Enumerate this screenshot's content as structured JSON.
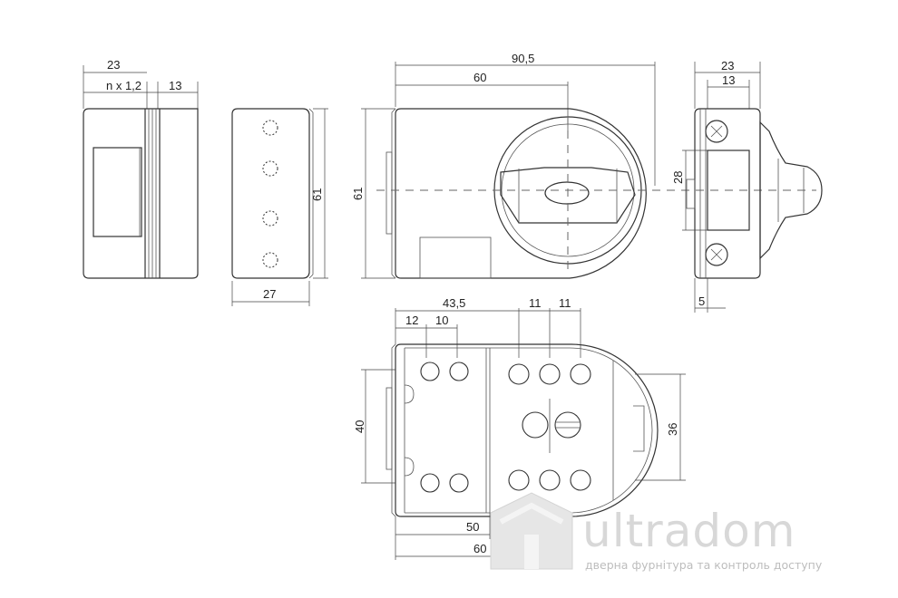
{
  "dimensions": {
    "side_view": {
      "width": "23",
      "layers": "n x 1,2",
      "flange": "13"
    },
    "plate_view": {
      "width": "27",
      "height": "61"
    },
    "front_view": {
      "length": "90,5",
      "cylinder_axis": "60",
      "height": "61"
    },
    "end_view": {
      "width": "23",
      "inner": "13",
      "bolt_block": "28",
      "offset": "5"
    },
    "bottom_view": {
      "to_axis": "43,5",
      "pitch_a": "12",
      "pitch_b": "10",
      "pitch_c": "11",
      "pitch_d": "11",
      "height_left": "40",
      "height_right": "36",
      "inner_length": "50",
      "total_length": "60"
    }
  },
  "brand": {
    "name": "ultradom",
    "tagline": "дверна фурнітура та контроль доступу"
  }
}
